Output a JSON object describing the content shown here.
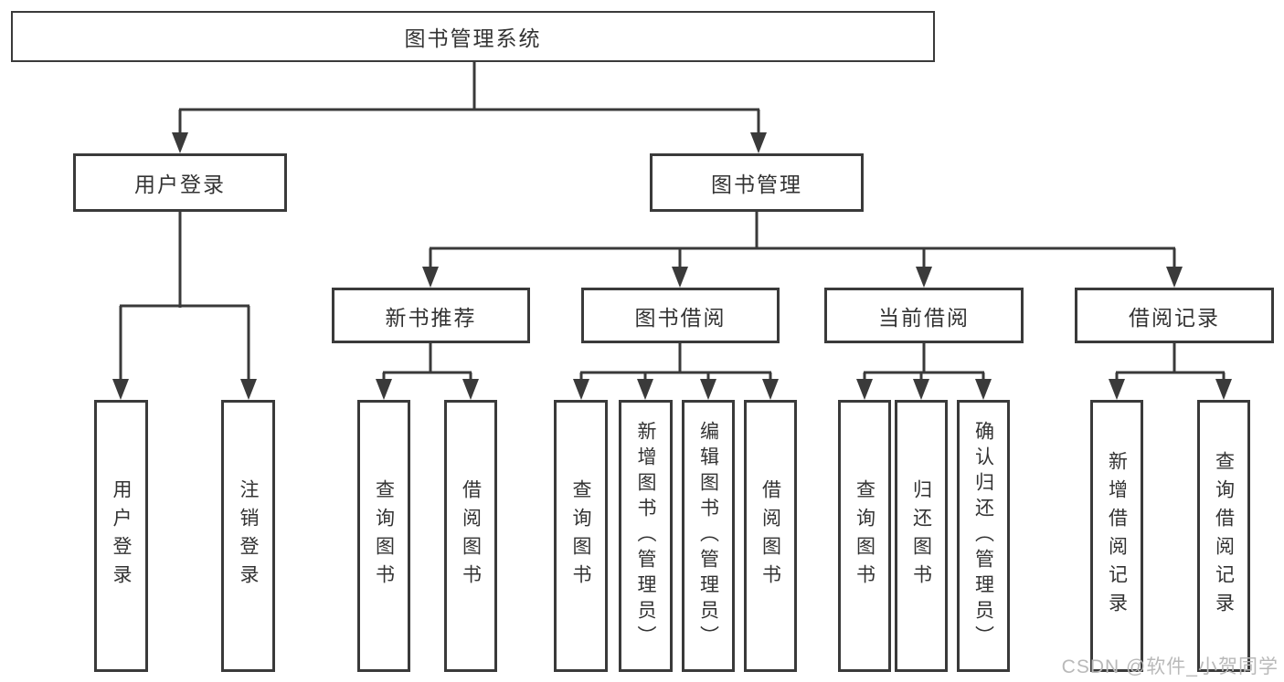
{
  "nodes": {
    "root": "图书管理系统",
    "user_login": "用户登录",
    "book_management": "图书管理",
    "new_book_recommend": "新书推荐",
    "book_borrow": "图书借阅",
    "current_borrow": "当前借阅",
    "borrow_records": "借阅记录",
    "leaf_user_login": "用户登录",
    "leaf_logout": "注销登录",
    "leaf_nbr_query": "查询图书",
    "leaf_nbr_borrow": "借阅图书",
    "leaf_bb_query": "查询图书",
    "leaf_bb_add": "新增图书（管理员）",
    "leaf_bb_edit": "编辑图书（管理员）",
    "leaf_bb_borrow": "借阅图书",
    "leaf_cb_query": "查询图书",
    "leaf_cb_return": "归还图书",
    "leaf_cb_confirm": "确认归还（管理员）",
    "leaf_br_add": "新增借阅记录",
    "leaf_br_query": "查询借阅记录"
  },
  "watermark": "CSDN @软件_小贺同学",
  "colors": {
    "line": "#3a3a3a",
    "box_border": "#3a3a3a",
    "text": "#333333",
    "watermark": "#b9b9b9",
    "background": "#ffffff"
  }
}
